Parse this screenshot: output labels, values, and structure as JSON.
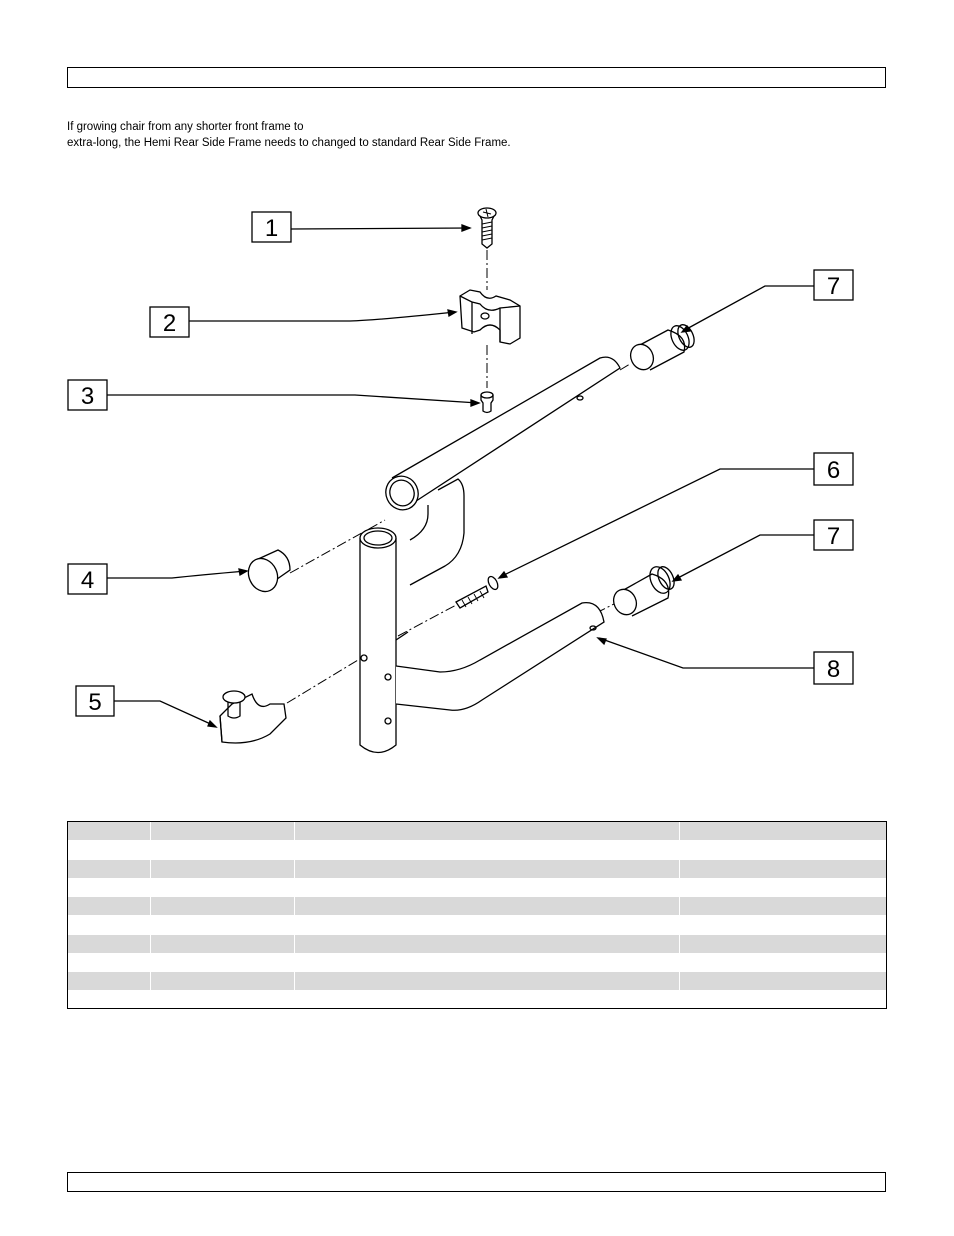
{
  "note": {
    "line1": "If growing chair from any shorter front frame to",
    "line2": "extra-long, the Hemi Rear Side Frame needs to changed to standard Rear Side Frame."
  },
  "callouts": [
    {
      "label": "1"
    },
    {
      "label": "2"
    },
    {
      "label": "3"
    },
    {
      "label": "4"
    },
    {
      "label": "5"
    },
    {
      "label": "6"
    },
    {
      "label": "7"
    },
    {
      "label": "7"
    },
    {
      "label": "8"
    }
  ],
  "table": {
    "row_count": 9,
    "column_count": 4
  }
}
